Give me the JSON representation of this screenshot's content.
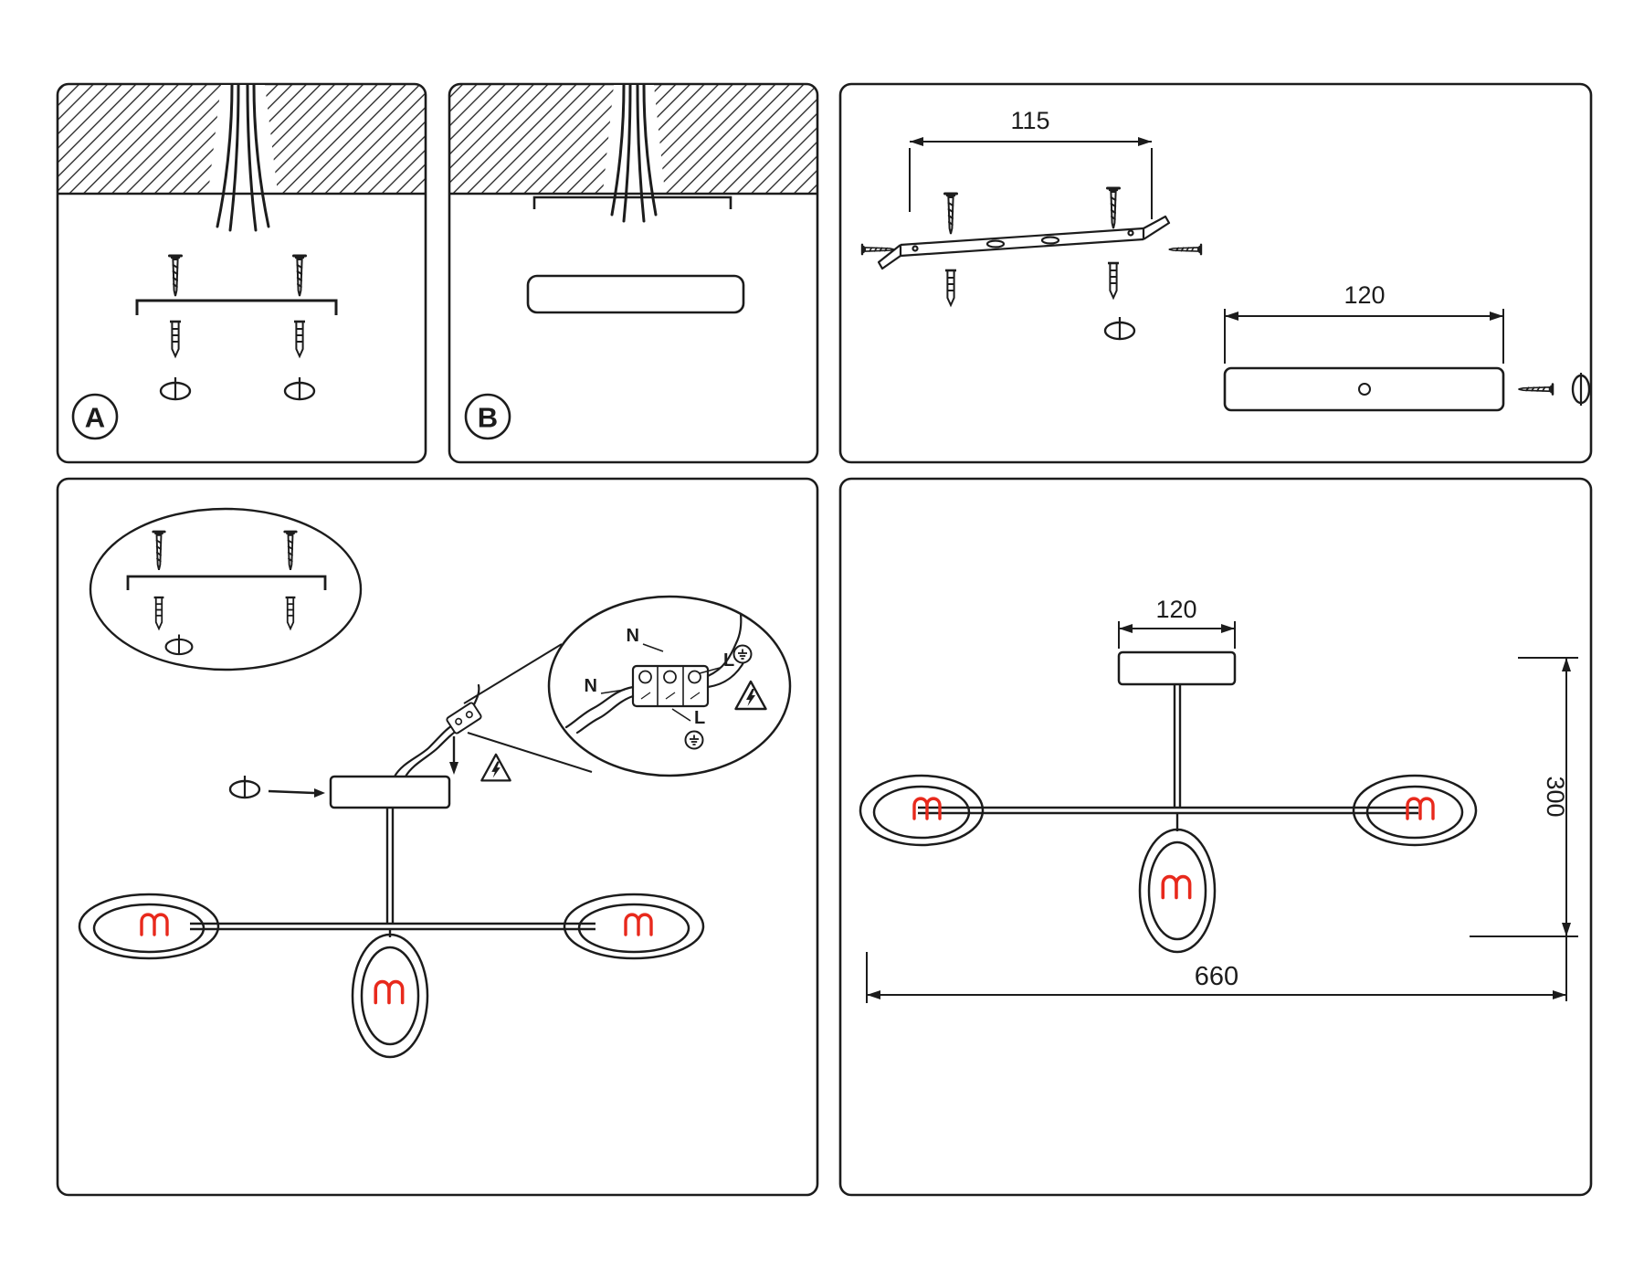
{
  "document": {
    "kind": "ceiling-lamp-installation-diagram"
  },
  "colors": {
    "line": "#1c1c1c",
    "accent_red": "#e8291c",
    "background": "#ffffff"
  },
  "steps": {
    "a_label": "A",
    "b_label": "B"
  },
  "hardware": {
    "bracket_spacing": "115",
    "canopy_length": "120"
  },
  "wiring": {
    "neutral_top": "N",
    "live_top": "L",
    "neutral_side": "N",
    "live_side": "L"
  },
  "dimensions": {
    "canopy_width": "120",
    "height": "300",
    "width": "660"
  },
  "icons": [
    "screw-icon",
    "wall-plug-icon",
    "screw-head-icon",
    "ground-icon",
    "warning-electricity-icon",
    "led-bulb-icon"
  ]
}
